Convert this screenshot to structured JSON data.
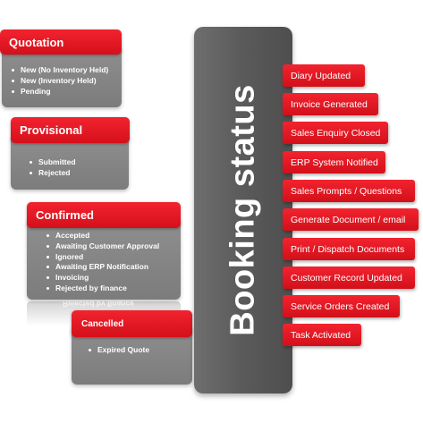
{
  "center": {
    "title": "Booking status"
  },
  "cards": [
    {
      "key": "quotation",
      "title": "Quotation",
      "items": [
        "New (No Inventory Held)",
        "New (Inventory Held)",
        "Pending"
      ]
    },
    {
      "key": "provisional",
      "title": "Provisional",
      "items": [
        "Submitted",
        "Rejected"
      ]
    },
    {
      "key": "confirmed",
      "title": "Confirmed",
      "items": [
        "Accepted",
        "Awaiting Customer Approval",
        "Ignored",
        "Awaiting ERP Notification",
        "Invoicing",
        "Rejected by finance"
      ]
    },
    {
      "key": "cancelled",
      "title": "Cancelled",
      "items": [
        "Expired Quote"
      ]
    }
  ],
  "statuses": [
    "Diary Updated",
    "Invoice Generated",
    "Sales Enquiry Closed",
    "ERP System Notified",
    "Sales Prompts /  Questions",
    "Generate Document / email",
    "Print / Dispatch Documents",
    "Customer Record Updated",
    "Service Orders Created",
    "Task Activated"
  ],
  "colors": {
    "accent_red": "#e3141f",
    "card_gray": "#858585",
    "bar_gray": "#5e5e5e",
    "text": "#ffffff"
  }
}
